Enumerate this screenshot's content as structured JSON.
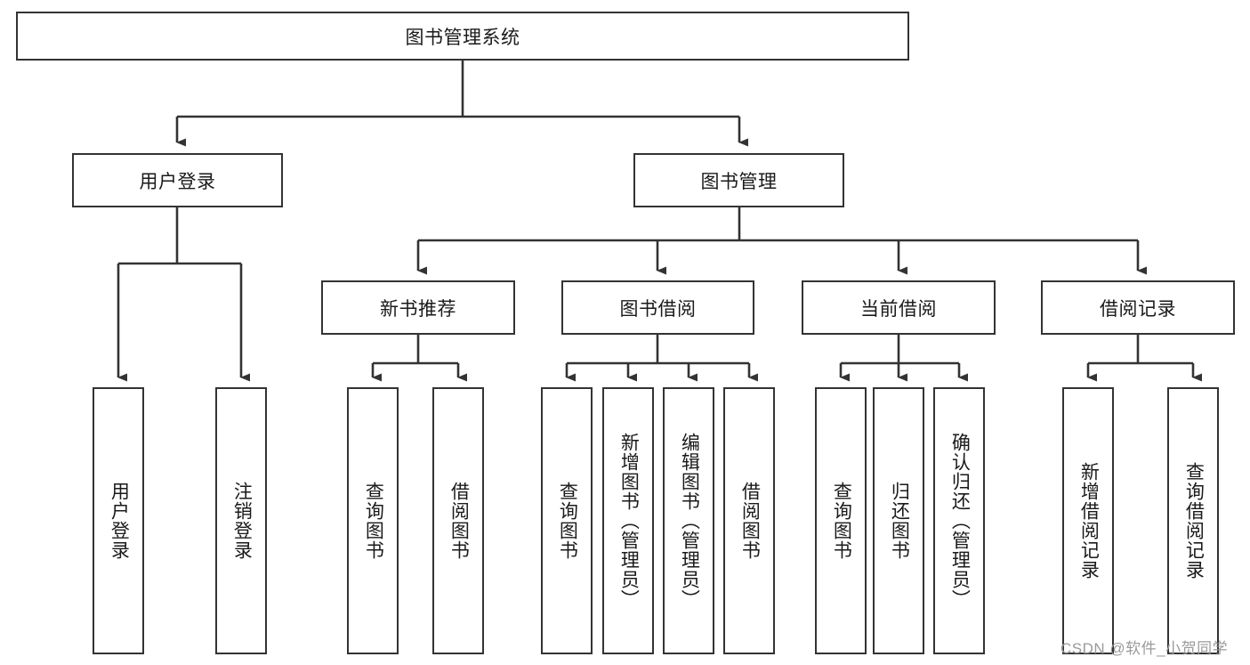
{
  "diagram": {
    "title": "图书管理系统",
    "type": "tree-hierarchy",
    "root": {
      "label": "图书管理系统"
    },
    "level2": [
      {
        "label": "用户登录"
      },
      {
        "label": "图书管理"
      }
    ],
    "level3": [
      {
        "label": "新书推荐"
      },
      {
        "label": "图书借阅"
      },
      {
        "label": "当前借阅"
      },
      {
        "label": "借阅记录"
      }
    ],
    "leaves": {
      "user_login": [
        {
          "label": "用户登录"
        },
        {
          "label": "注销登录"
        }
      ],
      "new_book_recommend": [
        {
          "label": "查询图书"
        },
        {
          "label": "借阅图书"
        }
      ],
      "book_borrow": [
        {
          "label": "查询图书"
        },
        {
          "label": "新增图书（管理员）"
        },
        {
          "label": "编辑图书（管理员）"
        },
        {
          "label": "借阅图书"
        }
      ],
      "current_borrow": [
        {
          "label": "查询图书"
        },
        {
          "label": "归还图书"
        },
        {
          "label": "确认归还（管理员）"
        }
      ],
      "borrow_record": [
        {
          "label": "新增借阅记录"
        },
        {
          "label": "查询借阅记录"
        }
      ]
    }
  },
  "watermark": {
    "text": "CSDN @软件_小贺同学"
  },
  "colors": {
    "stroke": "#333333",
    "box_fill": "#ffffff",
    "text": "#1a1a1a",
    "watermark": "#9a9a9a"
  }
}
